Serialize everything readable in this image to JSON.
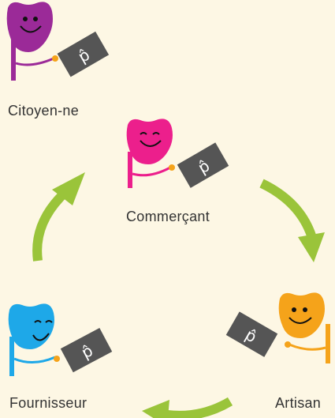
{
  "actors": [
    {
      "id": "citizen",
      "label": "Citoyen-ne",
      "color": "#9b2a98",
      "face": "open"
    },
    {
      "id": "merchant",
      "label": "Commerçant",
      "color": "#ec1f8c",
      "face": "closed"
    },
    {
      "id": "artisan",
      "label": "Artisan",
      "color": "#f5a31a",
      "face": "open"
    },
    {
      "id": "supplier",
      "label": "Fournisseur",
      "color": "#1ea8e8",
      "face": "wink"
    }
  ],
  "note_symbol": "p̂",
  "colors": {
    "background": "#fdf7e4",
    "arrow": "#9ac43a",
    "note": "#555555",
    "text": "#333333"
  },
  "flow": [
    {
      "from": "merchant",
      "to": "artisan"
    },
    {
      "from": "artisan",
      "to": "supplier"
    },
    {
      "from": "supplier",
      "to": "merchant"
    }
  ]
}
